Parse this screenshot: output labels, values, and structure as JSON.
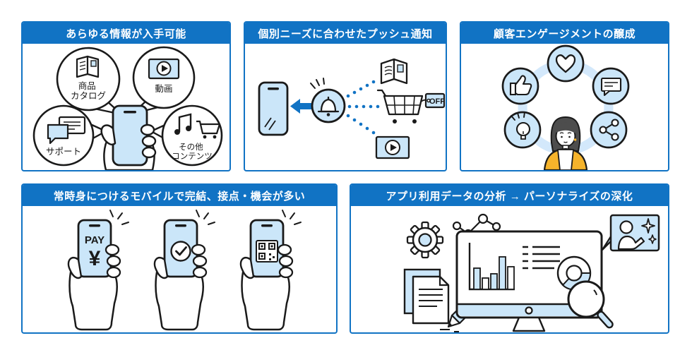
{
  "colors": {
    "accent_blue": "#1173c4",
    "light_blue_fill": "#cbe6f9",
    "ring_blue": "#d3e8fb",
    "outline": "#1a1a1a",
    "person_yellow": "#f5b32b",
    "hair_gray": "#4d4d4d"
  },
  "panels": {
    "all_info": {
      "title": "あらゆる情報が入手可能",
      "bubbles": [
        {
          "icon": "catalog-icon",
          "lines": [
            "商品",
            "カタログ"
          ]
        },
        {
          "icon": "video-icon",
          "lines": [
            "動画"
          ]
        },
        {
          "icon": "support-chat-icon",
          "lines": [
            "サポート"
          ]
        },
        {
          "icon": "other-content-icon",
          "lines": [
            "その他",
            "コンテンツ"
          ]
        }
      ]
    },
    "push": {
      "title": "個別ニーズに合わせたプッシュ通知",
      "off_tag": "OFF"
    },
    "engagement": {
      "title": "顧客エンゲージメントの醸成"
    },
    "mobile": {
      "title": "常時身につけるモバイルで完結、接点・機会が多い",
      "pay_label": "PAY",
      "yen_symbol": "¥"
    },
    "analytics": {
      "title": "アプリ利用データの分析 → パーソナライズの深化"
    }
  }
}
